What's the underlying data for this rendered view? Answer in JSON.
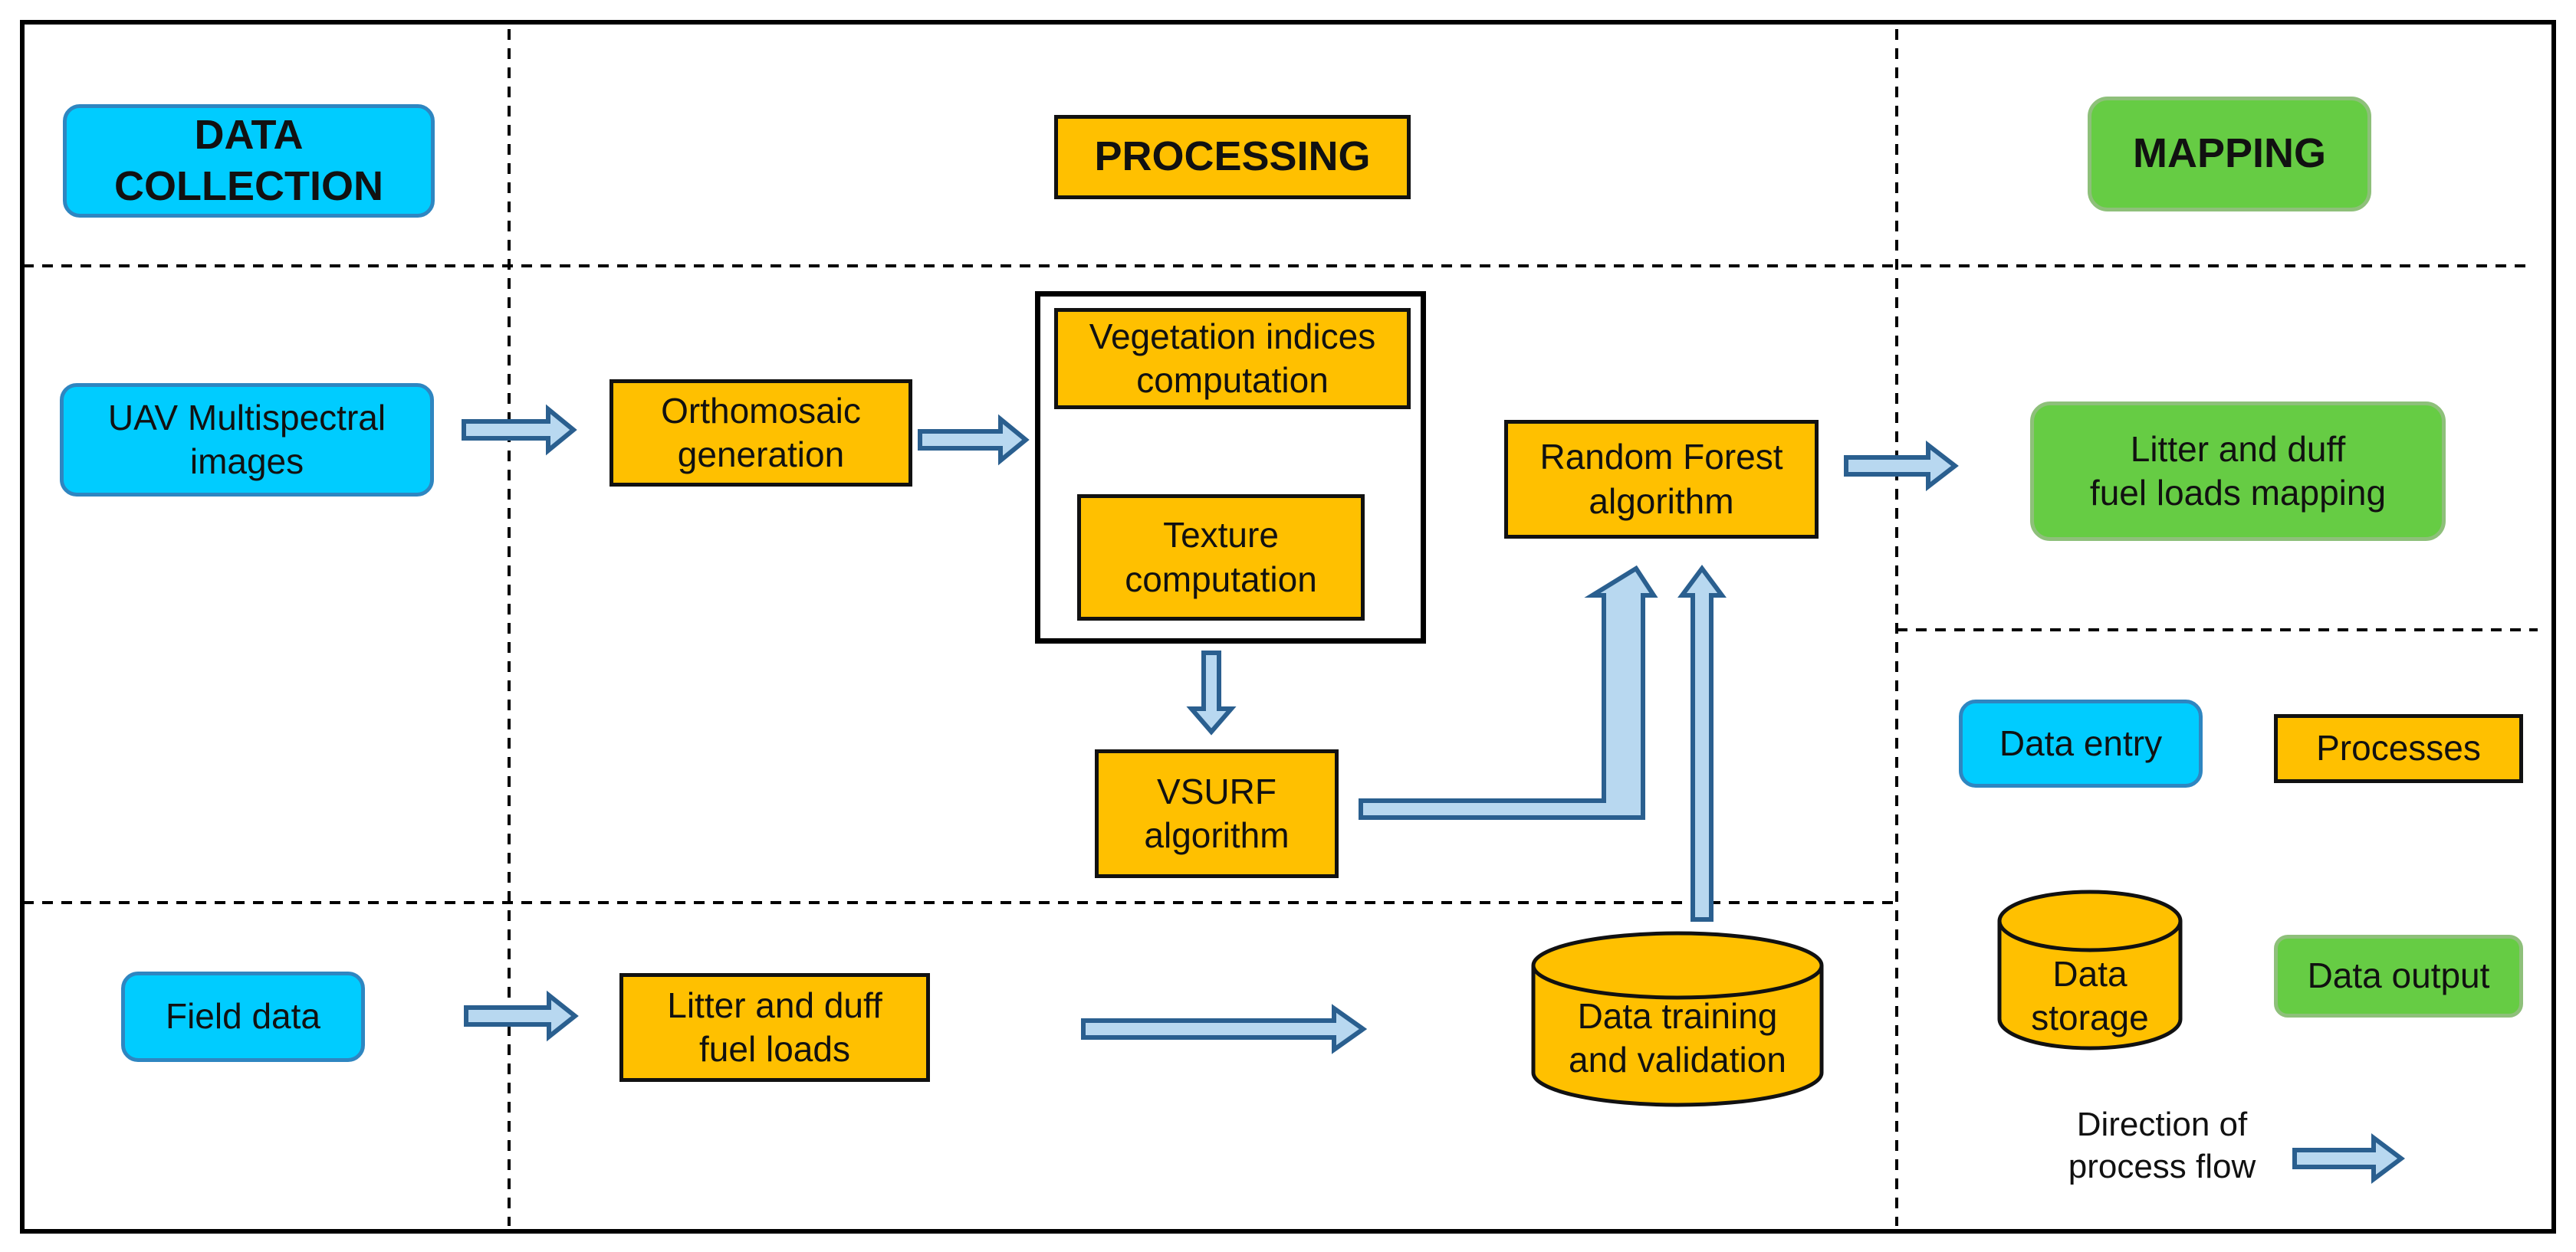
{
  "headers": {
    "data_collection": "DATA\nCOLLECTION",
    "processing": "PROCESSING",
    "mapping": "MAPPING"
  },
  "nodes": {
    "uav": "UAV Multispectral\nimages",
    "orthomosaic": "Orthomosaic\ngeneration",
    "vegetation": "Vegetation indices\ncomputation",
    "texture": "Texture\ncomputation",
    "vsurf": "VSURF\nalgorithm",
    "random_forest": "Random Forest\nalgorithm",
    "litter_mapping": "Litter and duff\nfuel loads mapping",
    "field_data": "Field data",
    "litter_loads": "Litter and duff\nfuel loads",
    "data_training": "Data training\nand validation"
  },
  "legend": {
    "data_entry": "Data entry",
    "processes": "Processes",
    "data_storage": "Data\nstorage",
    "data_output": "Data output",
    "direction": "Direction of\nprocess flow"
  },
  "colors": {
    "data_entry": "#00ccff",
    "process": "#ffc000",
    "output": "#66cc44",
    "arrow_fill": "#b8d8f0",
    "arrow_stroke": "#2a5f8f"
  },
  "edges": [
    [
      "uav",
      "orthomosaic"
    ],
    [
      "orthomosaic",
      "computation-group"
    ],
    [
      "computation-group",
      "vsurf"
    ],
    [
      "vsurf",
      "random_forest"
    ],
    [
      "data_training",
      "random_forest"
    ],
    [
      "random_forest",
      "litter_mapping"
    ],
    [
      "field_data",
      "litter_loads"
    ],
    [
      "litter_loads",
      "data_training"
    ]
  ]
}
